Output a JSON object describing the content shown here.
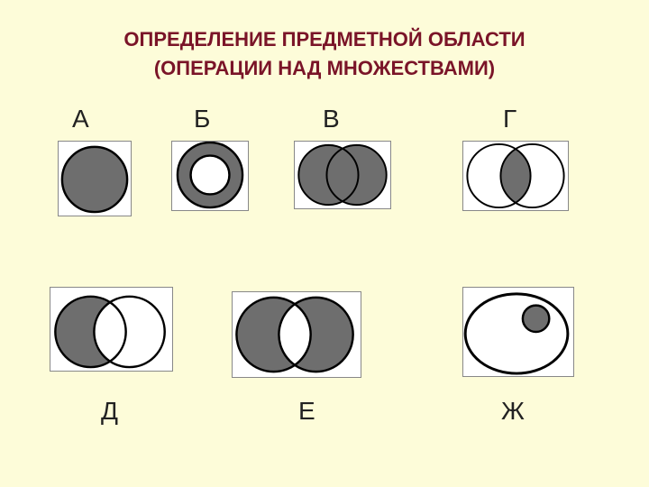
{
  "title": {
    "line1": "ОПРЕДЕЛЕНИЕ ПРЕДМЕТНОЙ ОБЛАСТИ",
    "line2": "(ОПЕРАЦИИ НАД МНОЖЕСТВАМИ)"
  },
  "labels": {
    "a": "А",
    "b": "Б",
    "v": "В",
    "g": "Г",
    "d": "Д",
    "e": "Е",
    "zh": "Ж"
  },
  "colors": {
    "background": "#fdfcd9",
    "title": "#7a1428",
    "fill": "#6e6e6e",
    "stroke": "#000000",
    "panel": "#ffffff"
  }
}
